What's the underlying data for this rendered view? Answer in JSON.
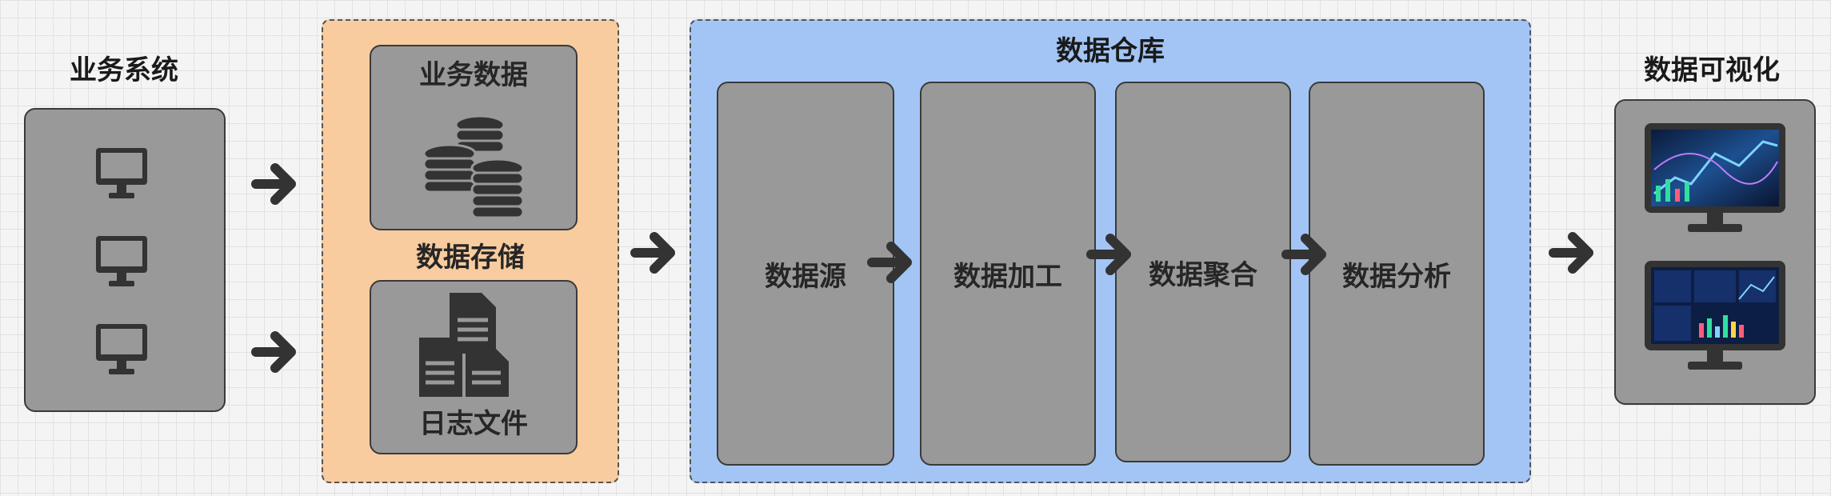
{
  "business_system": {
    "title": "业务系统",
    "icons": [
      "monitor-icon",
      "monitor-icon",
      "monitor-icon"
    ]
  },
  "storage": {
    "title": "数据存储",
    "business_data": {
      "label": "业务数据",
      "icon": "database-icon"
    },
    "log_files": {
      "label": "日志文件",
      "icon": "documents-icon"
    }
  },
  "warehouse": {
    "title": "数据仓库",
    "stages": [
      "数据源",
      "数据加工",
      "数据聚合",
      "数据分析"
    ]
  },
  "visualization": {
    "title": "数据可视化",
    "screens": [
      "chart-screen-icon",
      "dashboard-screen-icon"
    ]
  },
  "colors": {
    "storage_bg": "#f8cc9f",
    "warehouse_bg": "#a3c5f5",
    "box_gray": "#999999",
    "arrow": "#333333"
  }
}
